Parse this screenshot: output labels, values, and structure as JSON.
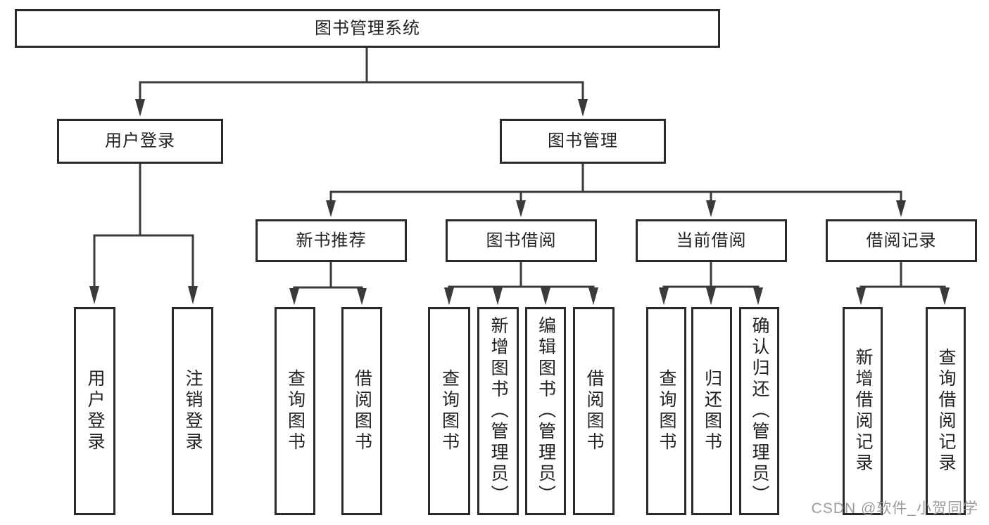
{
  "diagram": {
    "root": {
      "label": "图书管理系统"
    },
    "branches": [
      {
        "label": "用户登录",
        "children": [
          {
            "label": "用户登录"
          },
          {
            "label": "注销登录"
          }
        ]
      },
      {
        "label": "图书管理",
        "children": [
          {
            "label": "新书推荐",
            "children": [
              {
                "label": "查询图书"
              },
              {
                "label": "借阅图书"
              }
            ]
          },
          {
            "label": "图书借阅",
            "children": [
              {
                "label": "查询图书"
              },
              {
                "label": "新增图书（管理员）"
              },
              {
                "label": "编辑图书（管理员）"
              },
              {
                "label": "借阅图书"
              }
            ]
          },
          {
            "label": "当前借阅",
            "children": [
              {
                "label": "查询图书"
              },
              {
                "label": "归还图书"
              },
              {
                "label": "确认归还（管理员）"
              }
            ]
          },
          {
            "label": "借阅记录",
            "children": [
              {
                "label": "新增借阅记录"
              },
              {
                "label": "查询借阅记录"
              }
            ]
          }
        ]
      }
    ],
    "watermark": "CSDN @软件_小贺同学",
    "colors": {
      "line": "#3a3a3a",
      "box_border": "#2a2a2a",
      "text": "#222222",
      "watermark": "#9c9c9c",
      "background": "#ffffff"
    }
  }
}
